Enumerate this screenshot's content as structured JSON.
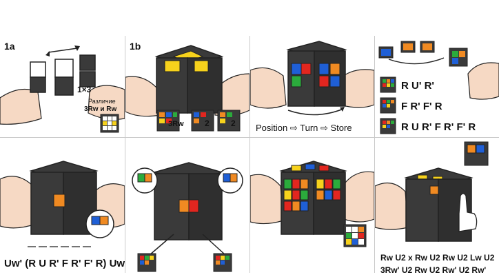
{
  "panel1": {
    "step": "1a",
    "count": "1×3",
    "note_line1": "Различие",
    "note_line2": "3Rw и Rw"
  },
  "panel2": {
    "step": "1b",
    "badge_a": "3Rw",
    "badge_b": "2",
    "badge_c": "2"
  },
  "panel3": {
    "caption": "Position ⇨ Turn ⇨ Store"
  },
  "panel4": {
    "alg1": "R U' R'",
    "alg2": "F R' F' R",
    "alg3": "R U R' F R' F' R"
  },
  "panel5": {
    "alg": "Uw' (R U R' F R' F' R) Uw"
  },
  "panel8": {
    "alg_line1": "Rw U2 x Rw U2 Rw U2 Lw U2",
    "alg_line2": "3Rw' U2 Rw U2 Rw' U2 Rw'"
  },
  "colors": {
    "sticker_dark": "#3a3a3a",
    "yellow": "#f7d21c",
    "orange": "#f08a22",
    "blue": "#1f5fd6",
    "green": "#2bab3c",
    "red": "#e2261f",
    "white": "#ffffff",
    "skin": "#f6d9c4"
  }
}
